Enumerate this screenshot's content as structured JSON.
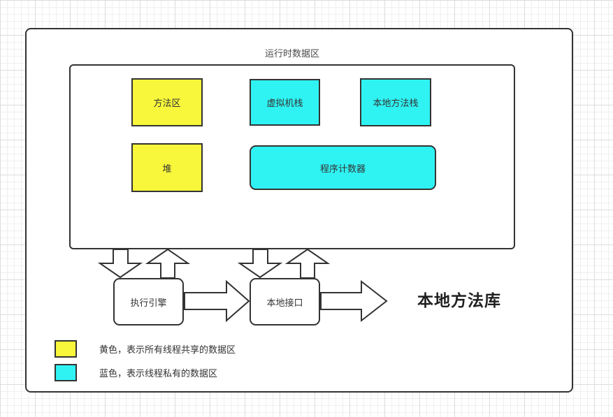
{
  "diagram": {
    "runtime_area": {
      "title": "运行时数据区",
      "boxes": {
        "method_area": {
          "label": "方法区",
          "fill": "#F8F73B",
          "shared": true
        },
        "vm_stack": {
          "label": "虚拟机栈",
          "fill": "#2FF3F3",
          "shared": false
        },
        "native_method_stack": {
          "label": "本地方法栈",
          "fill": "#2FF3F3",
          "shared": false
        },
        "heap": {
          "label": "堆",
          "fill": "#F8F73B",
          "shared": true
        },
        "program_counter": {
          "label": "程序计数器",
          "fill": "#2FF3F3",
          "shared": false
        }
      }
    },
    "flow": {
      "execution_engine": {
        "label": "执行引擎"
      },
      "native_interface": {
        "label": "本地接口"
      },
      "native_library_label": "本地方法库"
    },
    "legend": {
      "items": [
        {
          "swatch_color": "#F8F73B",
          "label": "黄色，表示所有线程共享的数据区"
        },
        {
          "swatch_color": "#2FF3F3",
          "label": "蓝色，表示线程私有的数据区"
        }
      ]
    },
    "colors": {
      "shared_fill": "#F8F73B",
      "private_fill": "#2FF3F3",
      "stroke": "#333333",
      "background": "#FFFFFF"
    }
  }
}
